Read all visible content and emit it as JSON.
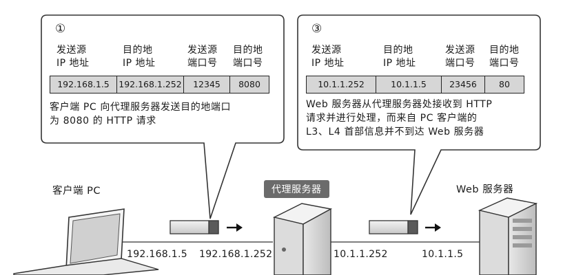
{
  "callout1": {
    "number": "①",
    "headers": [
      [
        "发送源",
        "IP 地址"
      ],
      [
        "目的地",
        "IP 地址"
      ],
      [
        "发送源",
        "端口号"
      ],
      [
        "目的地",
        "端口号"
      ]
    ],
    "values": [
      "192.168.1.5",
      "192.168.1.252",
      "12345",
      "8080"
    ],
    "desc": "客户端 PC 向代理服务器发送目的地端口\n为 8080 的 HTTP 请求"
  },
  "callout3": {
    "number": "③",
    "headers": [
      [
        "发送源",
        "IP 地址"
      ],
      [
        "目的地",
        "IP 地址"
      ],
      [
        "发送源",
        "端口号"
      ],
      [
        "目的地",
        "端口号"
      ]
    ],
    "values": [
      "10.1.1.252",
      "10.1.1.5",
      "23456",
      "80"
    ],
    "desc": "Web 服务器从代理服务器处接收到 HTTP\n请求并进行处理，而来自 PC 客户端的\nL3、L4 首部信息并不到达 Web 服务器"
  },
  "nodes": {
    "client": "客户端 PC",
    "proxy": "代理服务器",
    "web": "Web 服务器"
  },
  "addresses": {
    "client_ip": "192.168.1.5",
    "proxy_inner_ip": "192.168.1.252",
    "proxy_outer_ip": "10.1.1.252",
    "web_ip": "10.1.1.5"
  },
  "icons": [
    "laptop-icon",
    "server-icon",
    "packet-icon",
    "arrow-right-icon"
  ]
}
